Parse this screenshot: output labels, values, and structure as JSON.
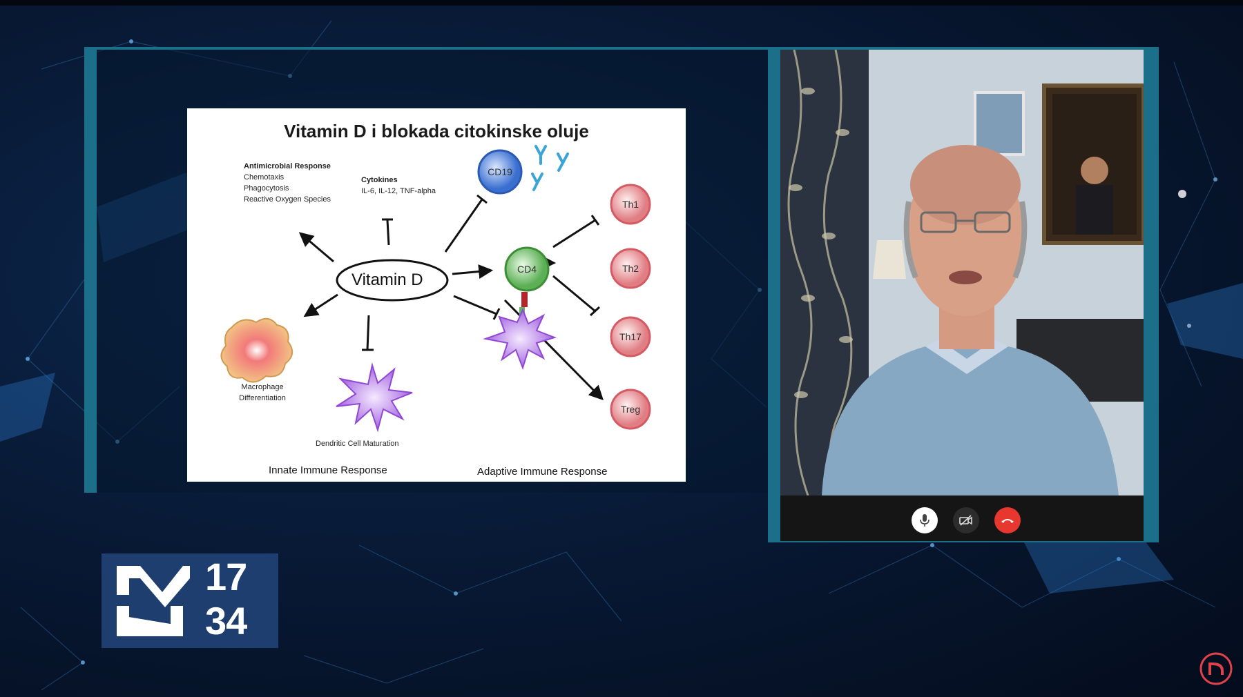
{
  "slide": {
    "title": "Vitamin D i blokada citokinske oluje",
    "center_label": "Vitamin D",
    "antimicrobial": {
      "heading": "Antimicrobial Response",
      "items": [
        "Chemotaxis",
        "Phagocytosis",
        "Reactive Oxygen Species"
      ]
    },
    "cytokines": {
      "heading": "Cytokines",
      "items": "IL-6, IL-12, TNF-alpha"
    },
    "cells": {
      "cd19": "CD19",
      "cd4": "CD4",
      "th1": "Th1",
      "th2": "Th2",
      "th17": "Th17",
      "treg": "Treg"
    },
    "macrophage": "Macrophage Differentiation",
    "dendritic": "Dendritic Cell Maturation",
    "innate": "Innate Immune Response",
    "adaptive": "Adaptive Immune Response"
  },
  "call": {
    "controls": [
      {
        "name": "microphone",
        "icon": "microphone-icon"
      },
      {
        "name": "camera-off",
        "icon": "camera-off-icon"
      },
      {
        "name": "end-call",
        "icon": "hang-up-icon"
      }
    ],
    "colors": {
      "end_call": "#e8372e",
      "frame": "#1b6f88"
    }
  },
  "logo": {
    "line1": "17",
    "line2": "34"
  }
}
